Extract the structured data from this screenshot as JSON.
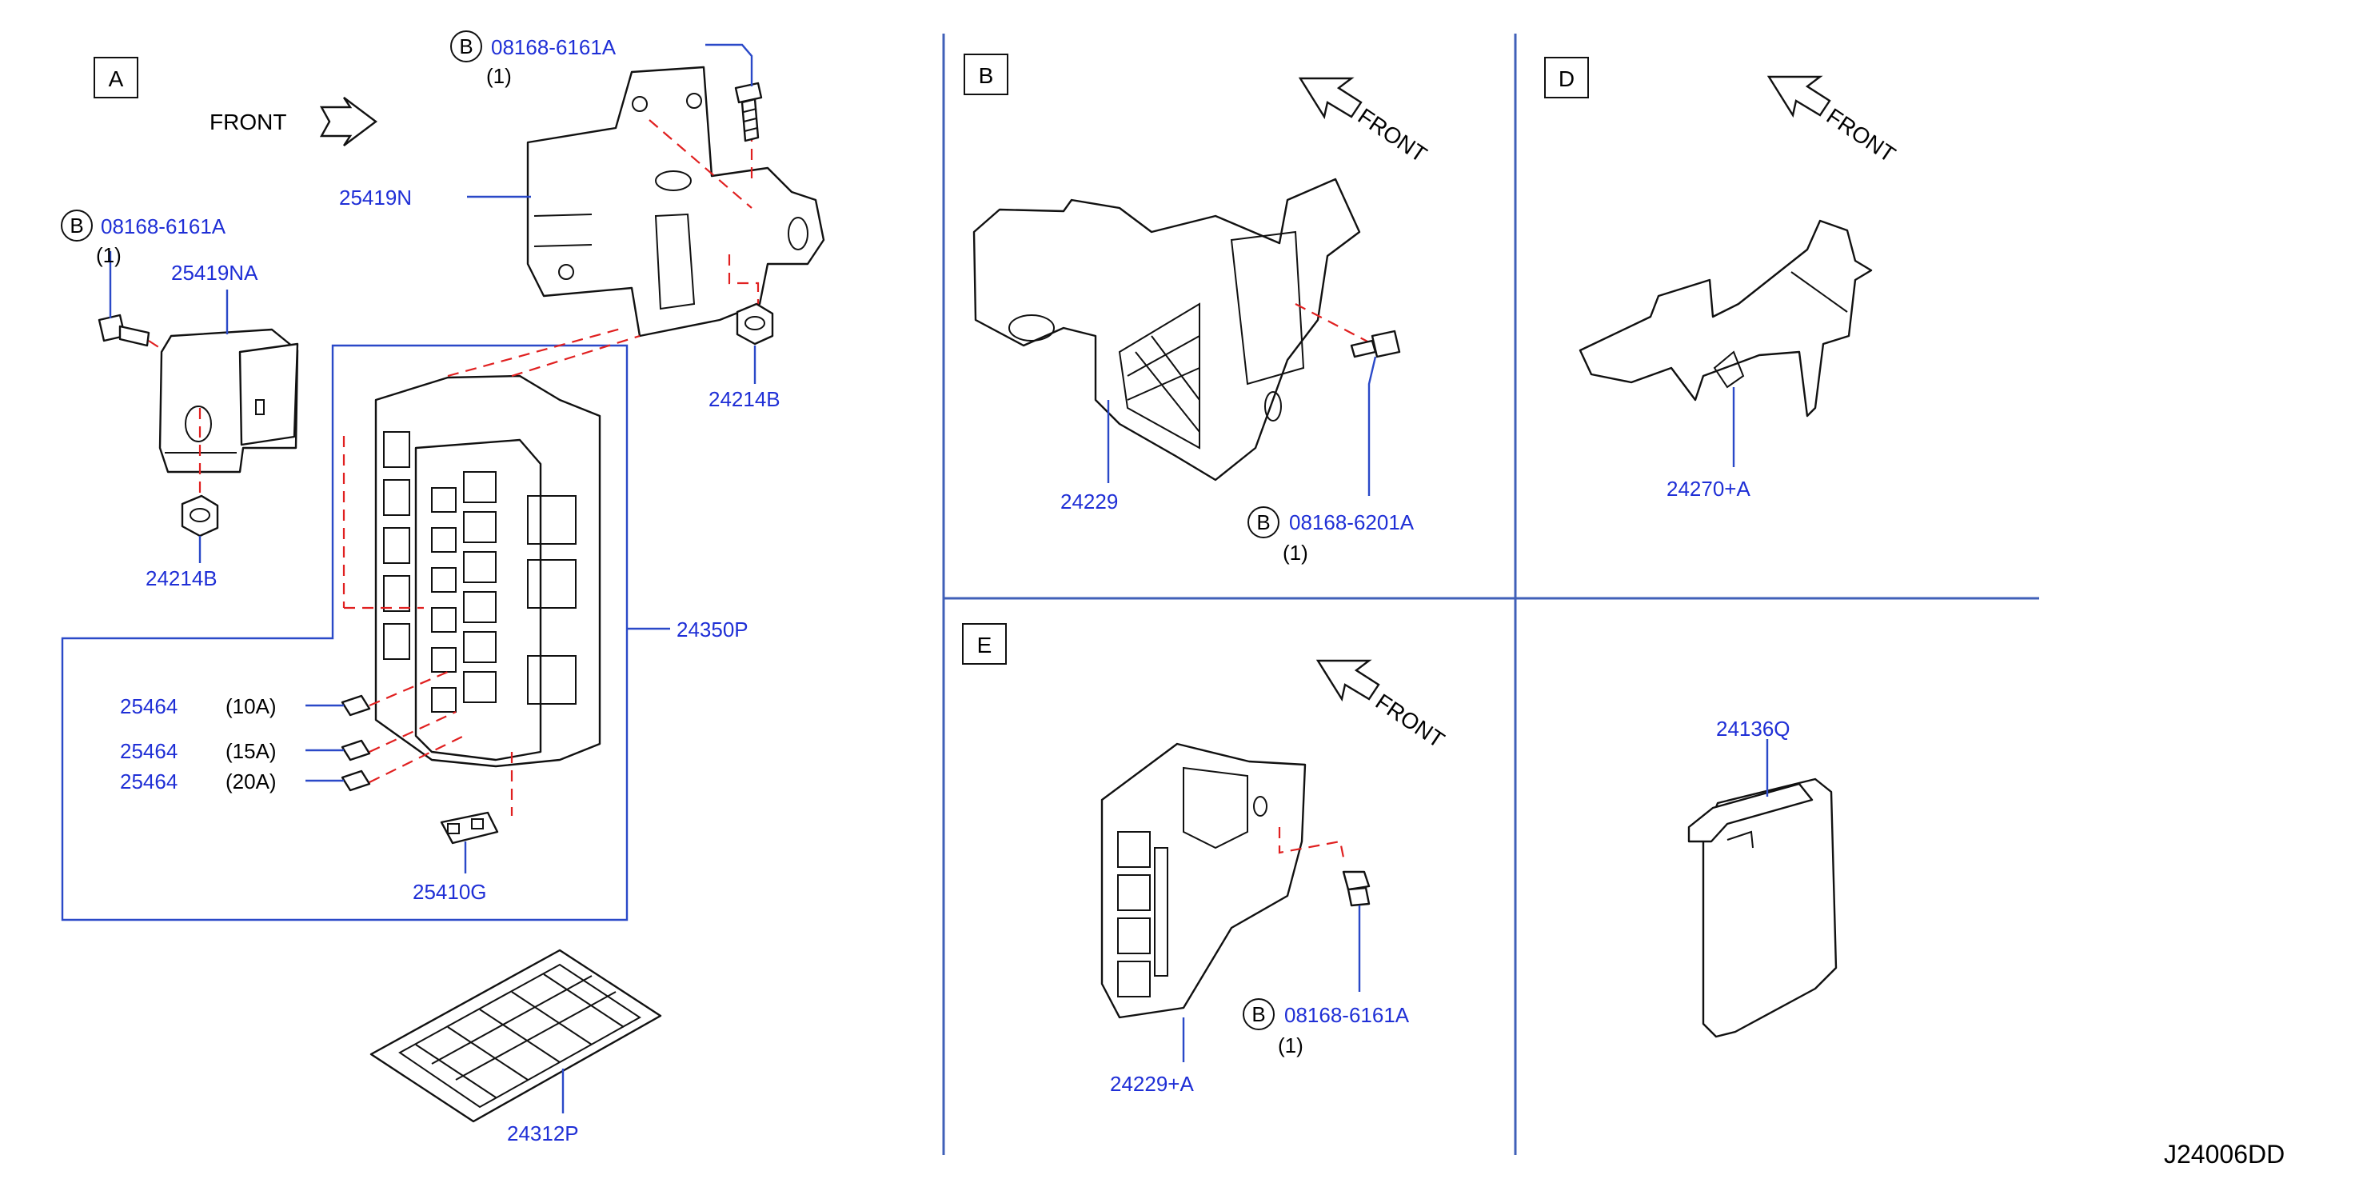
{
  "sections": {
    "a": "A",
    "b": "B",
    "d": "D",
    "e": "E"
  },
  "front_label": "FRONT",
  "bolt_symbol": "B",
  "reference_code": "J24006DD",
  "parts": {
    "bolt_a_top": {
      "number": "08168-6161A",
      "qty": "(1)"
    },
    "bracket_25419N": {
      "number": "25419N"
    },
    "bolt_a_left": {
      "number": "08168-6161A",
      "qty": "(1)"
    },
    "bracket_25419NA": {
      "number": "25419NA"
    },
    "nut_24214B_right": {
      "number": "24214B"
    },
    "nut_24214B_left": {
      "number": "24214B"
    },
    "fuse_block_24350P": {
      "number": "24350P"
    },
    "fuse_10a": {
      "number": "25464",
      "rating": "(10A)"
    },
    "fuse_15a": {
      "number": "25464",
      "rating": "(15A)"
    },
    "fuse_20a": {
      "number": "25464",
      "rating": "(20A)"
    },
    "fuse_25410G": {
      "number": "25410G"
    },
    "label_24312P": {
      "number": "24312P"
    },
    "bracket_24229": {
      "number": "24229"
    },
    "bolt_b": {
      "number": "08168-6201A",
      "qty": "(1)"
    },
    "cover_24270A": {
      "number": "24270+A"
    },
    "bracket_24229A": {
      "number": "24229+A"
    },
    "bolt_e": {
      "number": "08168-6161A",
      "qty": "(1)"
    },
    "cover_24136Q": {
      "number": "24136Q"
    }
  },
  "colors": {
    "part_number": "#1f2fd6",
    "leader_line": "#2a49c8",
    "dashed_line": "#e02020",
    "text": "#000000"
  }
}
